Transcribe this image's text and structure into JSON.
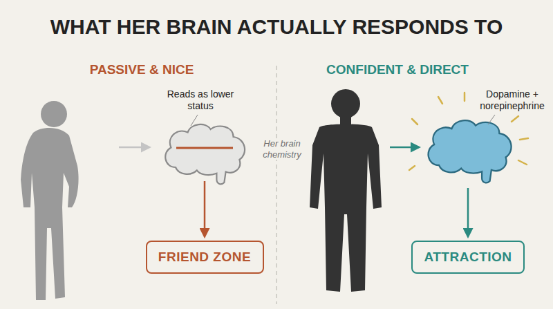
{
  "diagram": {
    "title": "WHAT HER BRAIN ACTUALLY RESPONDS TO",
    "nodes": [
      {
        "text": [
          "FRIEND ZONE"
        ]
      },
      {
        "text": [
          "ATTRACTION"
        ]
      }
    ],
    "labels": [
      "PASSIVE & NICE",
      "Reads as lower status",
      "Her brain chemistry",
      "CONFIDENT & DIRECT",
      "Dopamine + norepinephrine"
    ]
  }
}
